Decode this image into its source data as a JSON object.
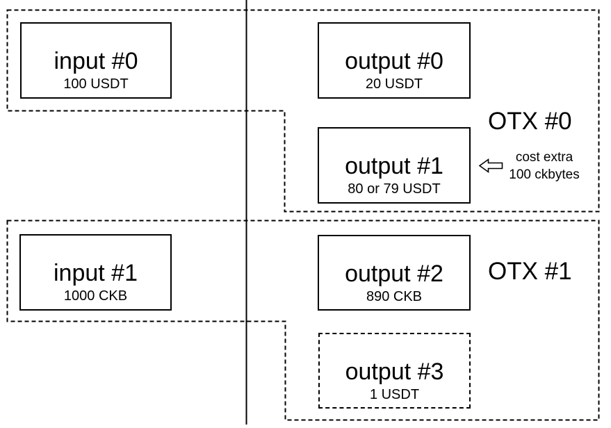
{
  "diagram": {
    "colors": {
      "background": "#ffffff",
      "stroke": "#000000"
    },
    "inputs": [
      {
        "title": "input #0",
        "amount": "100 USDT"
      },
      {
        "title": "input #1",
        "amount": "1000 CKB"
      }
    ],
    "outputs": [
      {
        "title": "output #0",
        "amount": "20 USDT"
      },
      {
        "title": "output #1",
        "amount": "80 or 79 USDT"
      },
      {
        "title": "output #2",
        "amount": "890 CKB"
      },
      {
        "title": "output #3",
        "amount": "1 USDT"
      }
    ],
    "groups": [
      {
        "label": "OTX #0"
      },
      {
        "label": "OTX #1"
      }
    ],
    "annotation": {
      "icon": "left-arrow-icon",
      "line1": "cost extra",
      "line2": "100 ckbytes"
    }
  }
}
